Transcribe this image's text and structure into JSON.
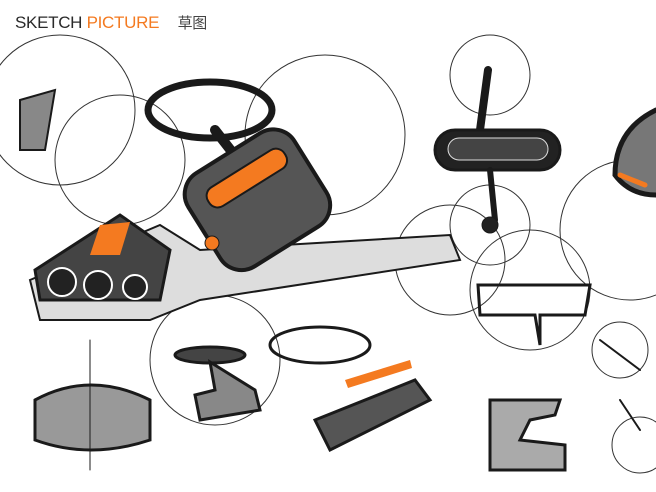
{
  "header": {
    "title_part1": "SKETCH",
    "title_part2": "PICTURE",
    "title_cn": "草图"
  },
  "colors": {
    "accent": "#f47a20",
    "ink": "#1a1a1a",
    "grey": "#8a8a8a"
  }
}
